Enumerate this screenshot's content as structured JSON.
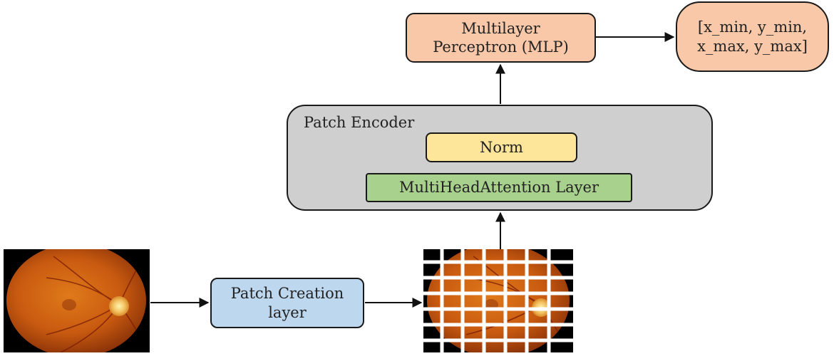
{
  "mlp_box": {
    "label": "Multilayer\nPerceptron (MLP)",
    "fill": "#f8c8a8"
  },
  "output_box": {
    "label": "[x_min, y_min,\nx_max, y_max]",
    "fill": "#f8c8a8"
  },
  "patch_encoder": {
    "title": "Patch Encoder",
    "fill": "#d0cfd0",
    "norm": {
      "label": "Norm",
      "fill": "#fde59a"
    },
    "attention": {
      "label": "MultiHeadAttention Layer",
      "fill": "#a9d18e"
    }
  },
  "patch_creation_box": {
    "label": "Patch Creation\nlayer",
    "fill": "#bdd7ee"
  },
  "input_image": {
    "content": "retinal fundus photograph"
  },
  "patched_image": {
    "content": "retinal fundus photograph divided into grid patches",
    "grid": "7x7"
  }
}
